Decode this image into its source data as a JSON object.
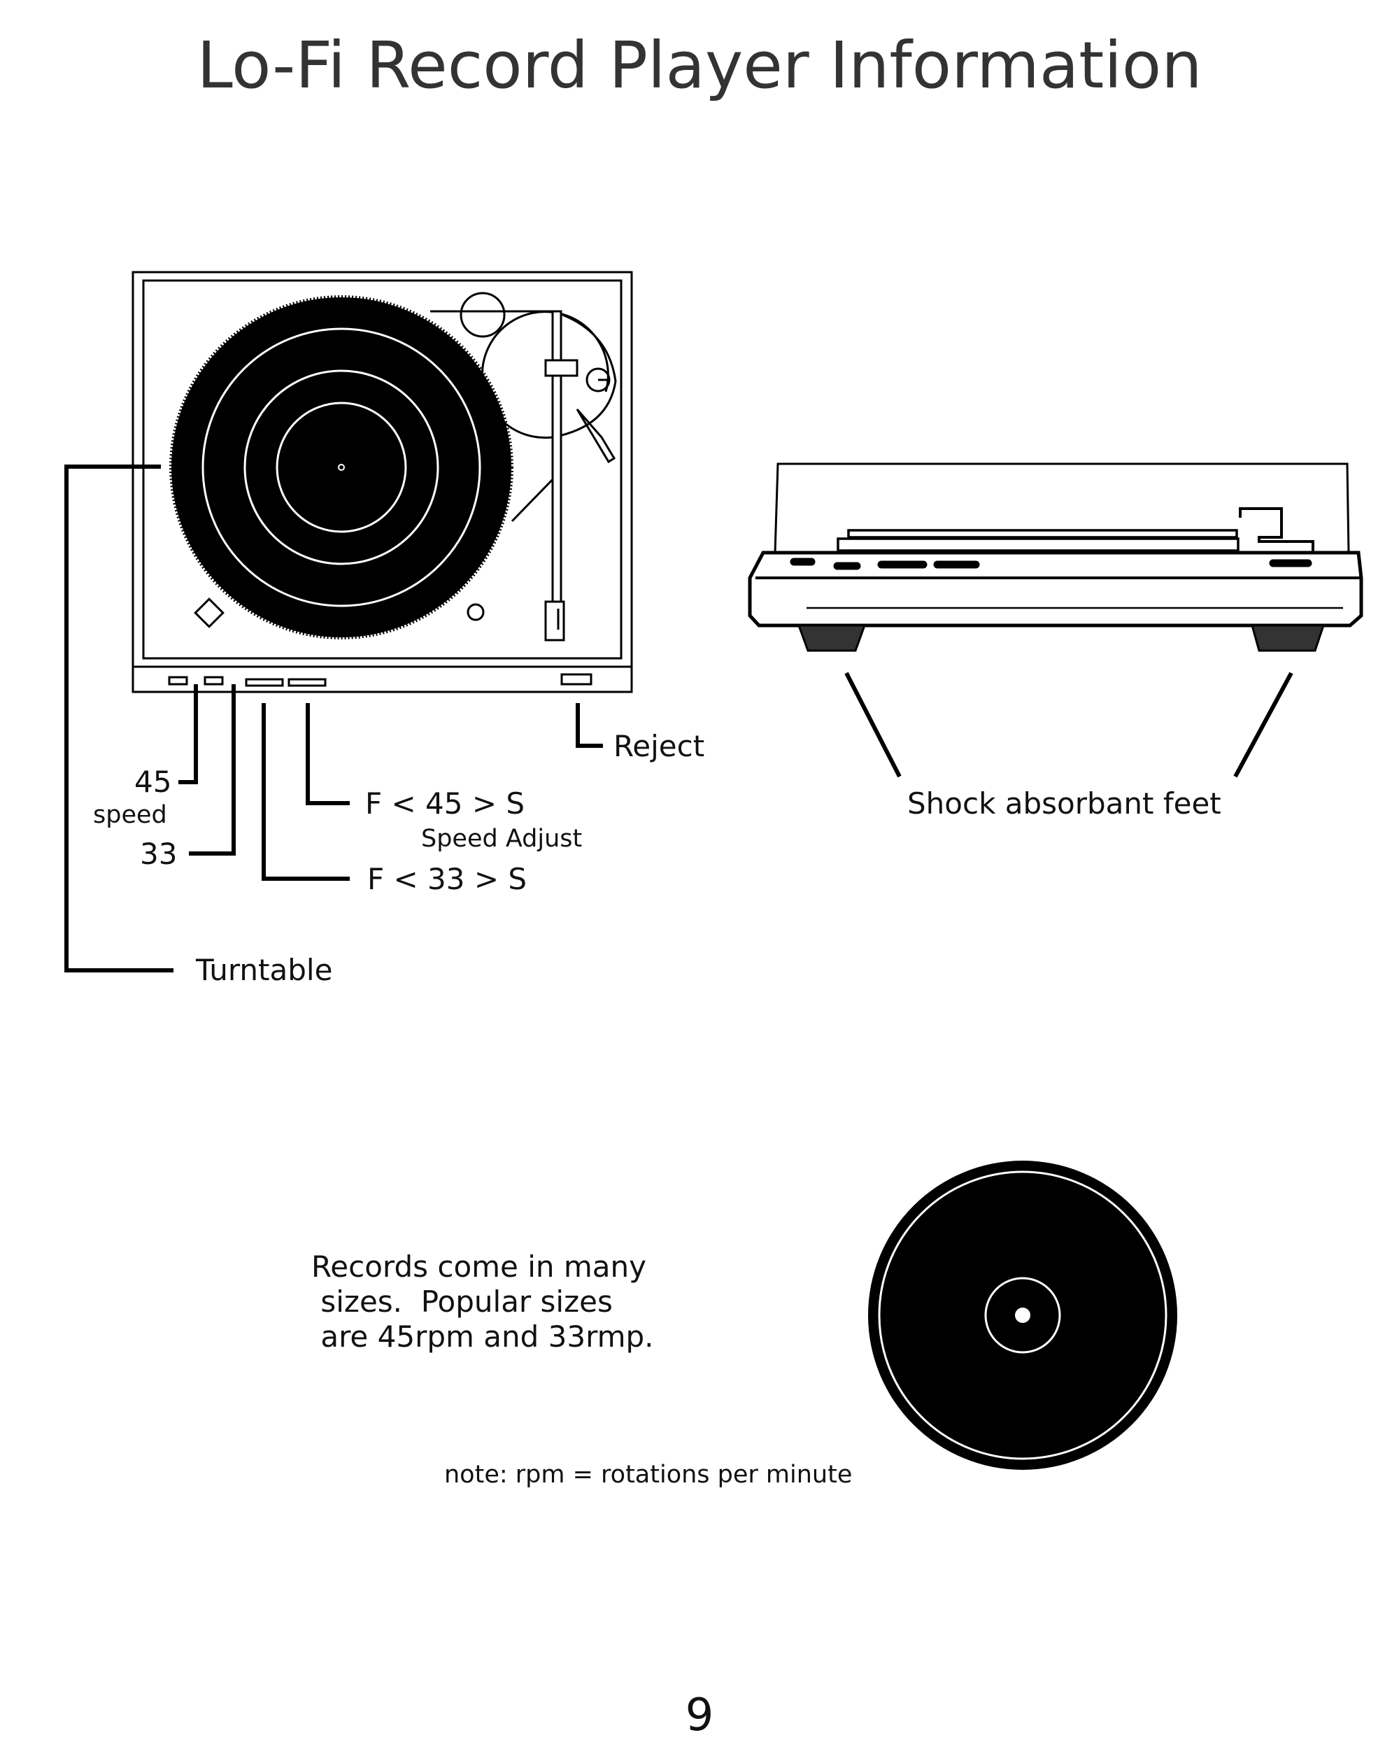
{
  "title": "Lo-Fi Record Player Information",
  "labels": {
    "turntable": "Turntable",
    "speed_45": "45",
    "speed_caption": "speed",
    "speed_33": "33",
    "adjust_45": "F < 45 > S",
    "speed_adjust": "Speed Adjust",
    "adjust_33": "F < 33 > S",
    "reject": "Reject",
    "feet": "Shock absorbant feet"
  },
  "records_text": [
    "Records come in many",
    " sizes.  Popular sizes",
    " are 45rpm and 33rmp."
  ],
  "note": "note: rpm = rotations per minute",
  "page_number": "9"
}
